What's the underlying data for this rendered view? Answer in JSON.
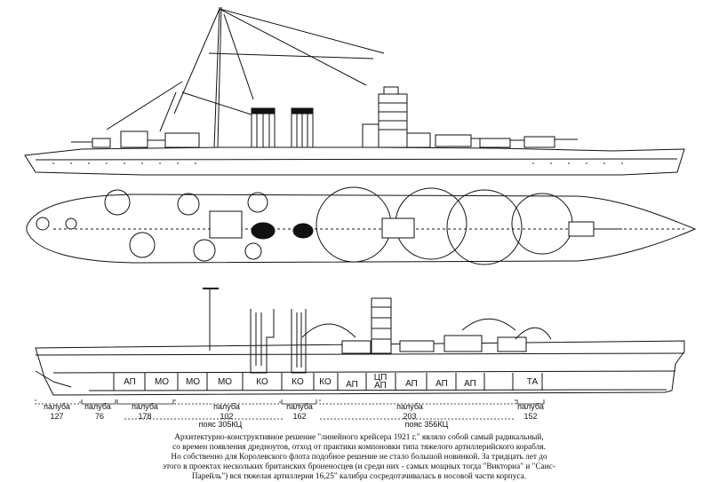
{
  "compartments": [
    "АП",
    "МО",
    "МО",
    "МО",
    "КО",
    "КО",
    "КО",
    "ЦП",
    "АП",
    "АП",
    "АП",
    "АП",
    "АП",
    "ТА"
  ],
  "deck_labels": [
    "палуба",
    "палуба",
    "палуба",
    "палуба",
    "палуба",
    "палуба",
    "палуба"
  ],
  "deck_thickness": [
    "127",
    "76",
    "178",
    "102",
    "162",
    "203",
    "152"
  ],
  "belts": [
    "пояс 305КЦ",
    "пояс 356КЦ"
  ],
  "caption": [
    "Архитектурно-конструктивное решение \"линейного крейсера 1921 г.\" являло собой самый радикальный,",
    "со времен появления дредноутов, отход от практики компоновки типа тяжелого артиллерийского корабля.",
    "Но собственно для Королевского флота подобное решение не стало большой новинкой. За тридцать лет до",
    "этого в проектах нескольких британских броненосцев (и среди них - самых мощных тогда \"Викториа\" и \"Санс-",
    "Парейль\") вся тяжелая артиллерия 16,25\" калибра сосредотачивалась в носовой части корпуса."
  ]
}
